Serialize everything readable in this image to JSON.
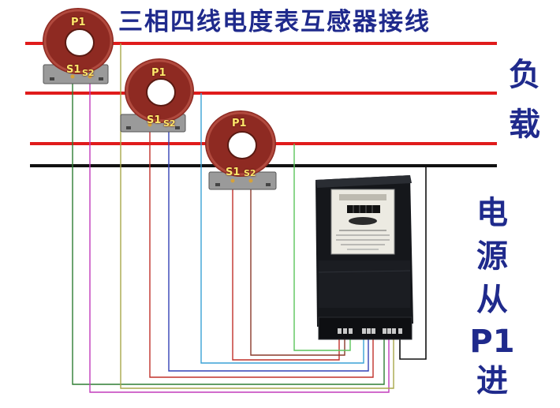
{
  "title": "三相四线电度表互感器接线",
  "side_top": [
    "负",
    "载"
  ],
  "side_bottom": [
    "电",
    "源",
    "从",
    "P1",
    "进"
  ],
  "transformers": [
    {
      "p1": "P1",
      "s1": "S1",
      "s2": "S2"
    },
    {
      "p1": "P1",
      "s1": "S1",
      "s2": "S2"
    },
    {
      "p1": "P1",
      "s1": "S1",
      "s2": "S2"
    }
  ],
  "colors": {
    "title": "#1f2a8c",
    "phase_line": "#e01b1b",
    "neutral_line": "#111111",
    "ct_body": "#8e2a22",
    "wire_green": "#2e7d32",
    "wire_magenta": "#c23bbb",
    "wire_olive": "#a8a84a",
    "wire_red": "#c0302a",
    "wire_blue": "#3341b5",
    "wire_brown": "#8a3a2a",
    "wire_cyan": "#3aa2d6",
    "wire_lime": "#5bc45b",
    "meter_body": "#15171b"
  }
}
